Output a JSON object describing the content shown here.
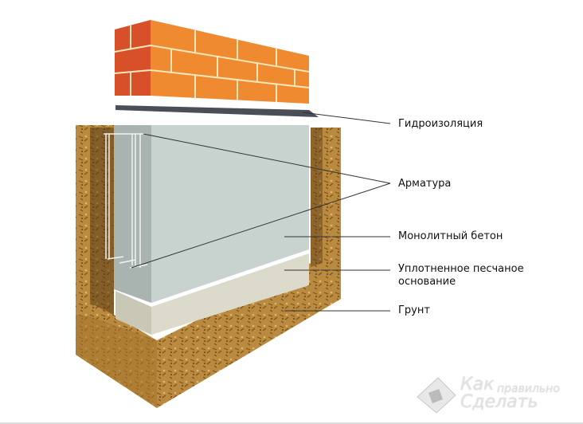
{
  "labels": {
    "waterproofing": "Гидроизоляция",
    "rebar": "Арматура",
    "concrete": "Монолитный бетон",
    "sand_line1": "Уплотненное песчаное",
    "sand_line2": "основание",
    "soil": "Грунт"
  },
  "logo": {
    "word1": "Как",
    "word2": "правильно",
    "word3": "Сделать"
  },
  "colors": {
    "brick": "#f08a30",
    "brick_side": "#d8502a",
    "concrete": "#c5d0cc",
    "sand": "#d6d4c4",
    "soil": "#b8843a",
    "sheet": "#4a4e58"
  }
}
